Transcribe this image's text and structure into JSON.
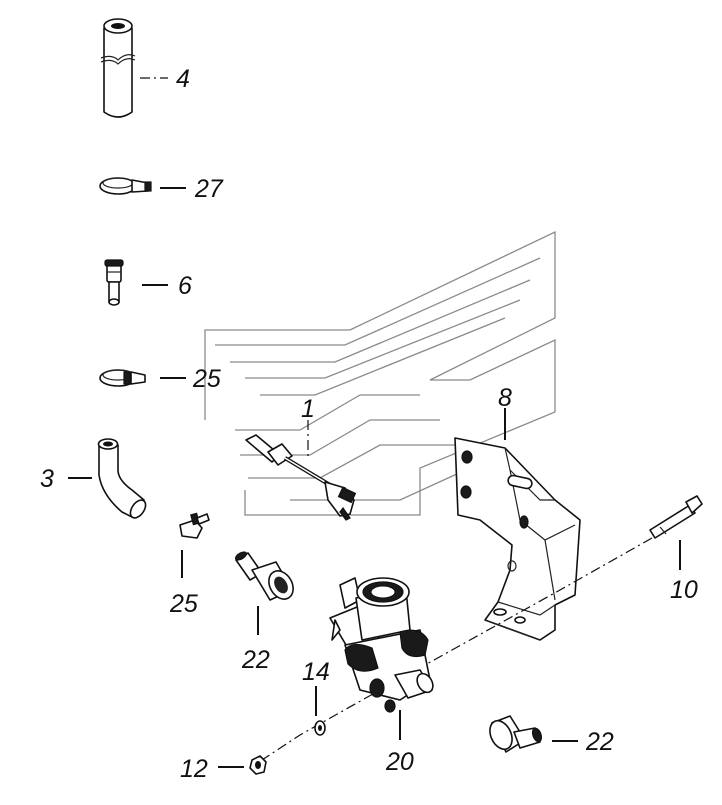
{
  "diagram": {
    "callouts": [
      {
        "id": "label-4",
        "text": "4"
      },
      {
        "id": "label-27",
        "text": "27"
      },
      {
        "id": "label-6",
        "text": "6"
      },
      {
        "id": "label-25-top",
        "text": "25"
      },
      {
        "id": "label-1",
        "text": "1"
      },
      {
        "id": "label-8",
        "text": "8"
      },
      {
        "id": "label-3",
        "text": "3"
      },
      {
        "id": "label-25-bottom",
        "text": "25"
      },
      {
        "id": "label-10",
        "text": "10"
      },
      {
        "id": "label-22-left",
        "text": "22"
      },
      {
        "id": "label-14",
        "text": "14"
      },
      {
        "id": "label-20",
        "text": "20"
      },
      {
        "id": "label-12",
        "text": "12"
      },
      {
        "id": "label-22-right",
        "text": "22"
      }
    ]
  }
}
